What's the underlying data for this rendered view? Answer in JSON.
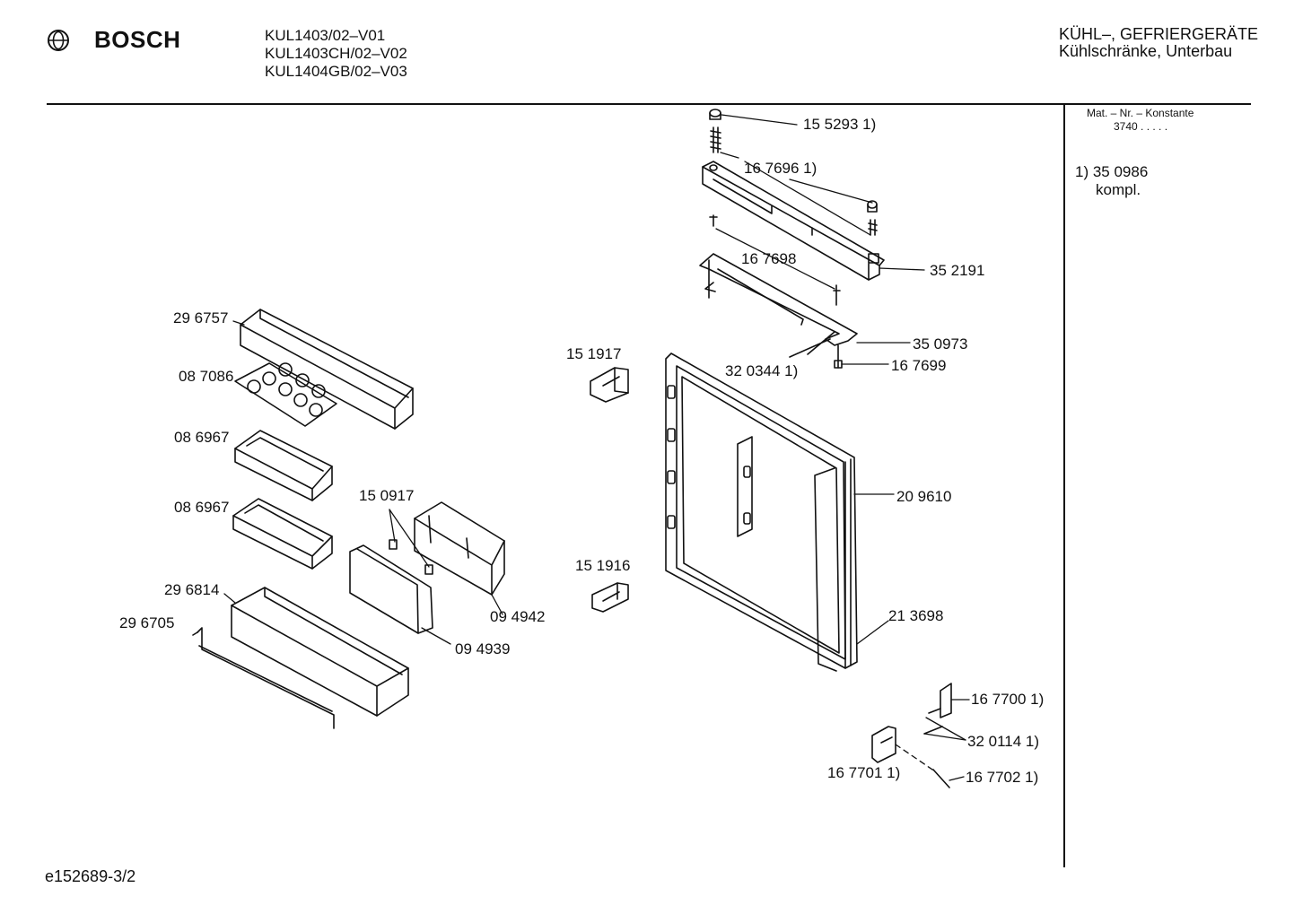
{
  "header": {
    "brand": "BOSCH",
    "models": [
      "KUL1403/02–V01",
      "KUL1403CH/02–V02",
      "KUL1404GB/02–V03"
    ],
    "category_line1": "KÜHL–, GEFRIERGERÄTE",
    "category_line2": "Kühlschränke, Unterbau"
  },
  "sidebar": {
    "matnr_title": "Mat. – Nr. – Konstante",
    "matnr_value": "3740  .  .  .  .  .",
    "note_line1": "1)  35 0986",
    "note_line2": "kompl."
  },
  "footer": {
    "doc_id": "e152689-3/2"
  },
  "parts": [
    {
      "id": "p1",
      "label": "15 5293 1)"
    },
    {
      "id": "p2",
      "label": "16 7696 1)"
    },
    {
      "id": "p3",
      "label": "16 7698"
    },
    {
      "id": "p4",
      "label": "35 2191"
    },
    {
      "id": "p5",
      "label": "35 0973"
    },
    {
      "id": "p6",
      "label": "32 0344 1)"
    },
    {
      "id": "p7",
      "label": "16 7699"
    },
    {
      "id": "p8",
      "label": "15 1917"
    },
    {
      "id": "p9",
      "label": "20 9610"
    },
    {
      "id": "p10",
      "label": "15 1916"
    },
    {
      "id": "p11",
      "label": "21 3698"
    },
    {
      "id": "p12",
      "label": "16 7700 1)"
    },
    {
      "id": "p13",
      "label": "32 0114 1)"
    },
    {
      "id": "p14",
      "label": "16 7701 1)"
    },
    {
      "id": "p15",
      "label": "16 7702 1)"
    },
    {
      "id": "p16",
      "label": "29 6757"
    },
    {
      "id": "p17",
      "label": "08 7086"
    },
    {
      "id": "p18",
      "label": "08 6967"
    },
    {
      "id": "p19",
      "label": "08 6967"
    },
    {
      "id": "p20",
      "label": "15 0917"
    },
    {
      "id": "p21",
      "label": "29 6814"
    },
    {
      "id": "p22",
      "label": "29 6705"
    },
    {
      "id": "p23",
      "label": "09 4942"
    },
    {
      "id": "p24",
      "label": "09 4939"
    }
  ]
}
